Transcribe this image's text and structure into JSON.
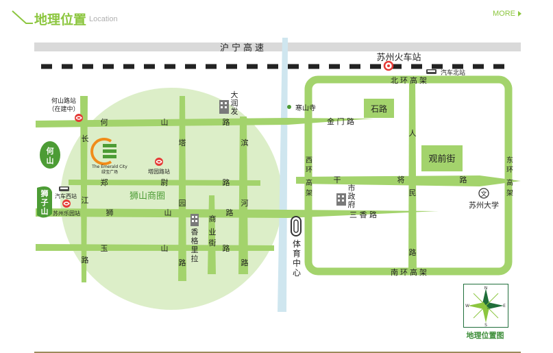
{
  "header": {
    "title": "地理位置",
    "subtitle": "Location",
    "more_label": "MORE"
  },
  "map": {
    "highway": "沪宁高速",
    "railway_station": "苏州火车站",
    "north_bus_station": "汽车北站",
    "north_ring": "北环高架",
    "south_ring": "南环高架",
    "west_ring": [
      "西",
      "环",
      "高",
      "架"
    ],
    "east_ring": [
      "东",
      "环",
      "高",
      "架"
    ],
    "road_heshan": [
      "何",
      "山",
      "路"
    ],
    "road_jinmen": "金 门 路",
    "road_ganjiang": [
      "干",
      "将",
      "路"
    ],
    "road_shishan": [
      "狮",
      "山",
      "路"
    ],
    "road_sanxiang": "三 香 路",
    "road_yushan": [
      "玉",
      "山",
      "路"
    ],
    "road_zhengwei": [
      "郑",
      "尉",
      "路"
    ],
    "road_changjiang": [
      "长",
      "江",
      "路"
    ],
    "road_tayuan": [
      "塔",
      "园",
      "路"
    ],
    "road_binhe": [
      "滨",
      "河",
      "路"
    ],
    "road_shangye": [
      "商",
      "业",
      "街"
    ],
    "road_renmin": [
      "人",
      "民",
      "路"
    ],
    "xianggelila": [
      "香",
      "格",
      "里",
      "拉"
    ],
    "darunfa": [
      "大",
      "润",
      "发"
    ],
    "hanshansi": "寒山寺",
    "shilu": "石路",
    "guanqianjie": "观前街",
    "city_hall": [
      "市",
      "政",
      "府"
    ],
    "suzhou_univ": "苏州大学",
    "wen_symbol": "文",
    "stadium": [
      "体",
      "育",
      "中",
      "心"
    ],
    "heshan_station": "何山路站",
    "under_construction": "（在建中）",
    "heshan_hill": [
      "何",
      "山"
    ],
    "shizishan": [
      "狮",
      "子",
      "山"
    ],
    "west_bus_station": "汽车西站",
    "leyuan_station": "苏州乐园站",
    "tayuan_station": "塔园路站",
    "emerald_city_en": "The Emerald City",
    "emerald_city_cn": "绿宝广场",
    "shishan_business": "狮山商圈",
    "compass_label": "地理位置图",
    "compass_n": "N",
    "compass_s": "S",
    "compass_e": "E",
    "compass_w": "W"
  },
  "colors": {
    "accent_green": "#8cc63f",
    "road_green": "#a3d36c",
    "zone_green": "#dceec8",
    "river_blue": "#cfe6ef",
    "metro_red": "#e53935"
  }
}
